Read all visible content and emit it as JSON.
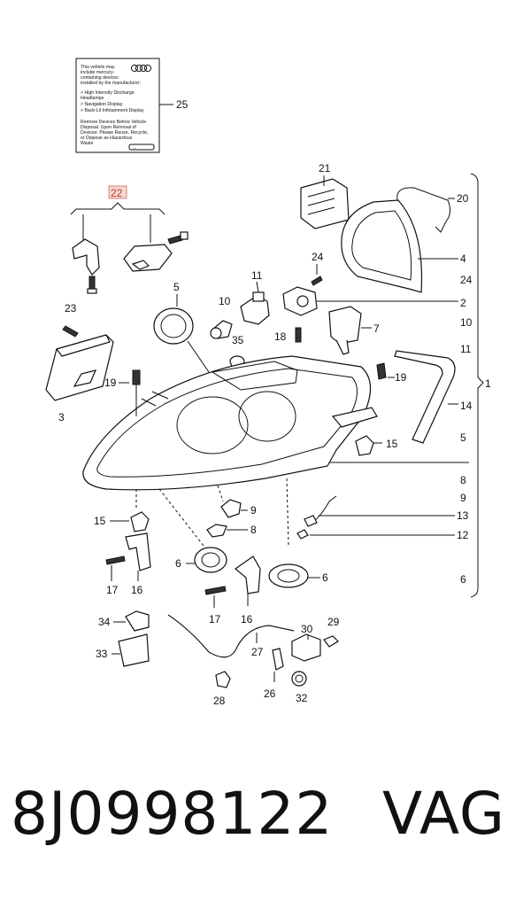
{
  "label_card": {
    "lines": [
      "This vehicle may",
      "include mercury-",
      "containing devices",
      "installed by the manufacturer:",
      "> High Intensity Discharge",
      "   Headlamps",
      "> Navigation Display",
      "> Back-Lit Infotainment Display",
      "Remove Devices Before Vehicle",
      "Disposal. Upon Removal of",
      "Devices: Please Reuse, Recycle,",
      "or Dispose as Hazardous",
      "Waste"
    ],
    "code": "..."
  },
  "callouts": {
    "c25": "25",
    "c22": "22",
    "c21": "21",
    "c20": "20",
    "c4": "4",
    "c24": "24",
    "c2": "2",
    "c10": "10",
    "c11": "11",
    "c1": "1",
    "c14": "14",
    "c5": "5",
    "c8": "8",
    "c9": "9",
    "c13": "13",
    "c12": "12",
    "c6": "6",
    "c3": "3",
    "c23": "23",
    "c19": "19",
    "c35": "35",
    "c18": "18",
    "c7": "7",
    "c15": "15",
    "c17": "17",
    "c16": "16",
    "c34": "34",
    "c33": "33",
    "c27": "27",
    "c30": "30",
    "c29": "29",
    "c26": "26",
    "c32": "32",
    "c28": "28"
  },
  "part_number": "8J0998122",
  "brand": "VAG",
  "colors": {
    "highlight_22": "#c0392b",
    "ink": "#111111"
  }
}
